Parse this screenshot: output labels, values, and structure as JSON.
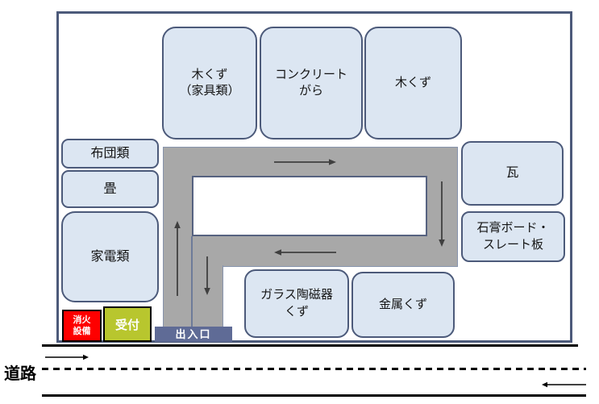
{
  "diagram": {
    "type": "waste-facility-layout",
    "areas": {
      "wood_furniture": {
        "line1": "木くず",
        "line2": "（家具類）"
      },
      "concrete": {
        "line1": "コンクリート",
        "line2": "がら"
      },
      "wood": {
        "line1": "木くず"
      },
      "futon": {
        "line1": "布団類"
      },
      "tatami": {
        "line1": "畳"
      },
      "appliance": {
        "line1": "家電類"
      },
      "roof_tile": {
        "line1": "瓦"
      },
      "gypsum_slate": {
        "line1": "石膏ボード・",
        "line2": "スレート板"
      },
      "glass_ceramic": {
        "line1": "ガラス陶磁器",
        "line2": "くず"
      },
      "metal": {
        "line1": "金属くず"
      }
    },
    "facilities": {
      "fire_equipment": {
        "line1": "消火",
        "line2": "設備"
      },
      "reception": {
        "label": "受付"
      },
      "entrance_exit": {
        "label": "出入口"
      }
    },
    "road": {
      "label": "道路"
    },
    "icons": {
      "path_flow": [
        "arrow-right-icon",
        "arrow-down-icon",
        "arrow-left-icon",
        "arrow-up-icon",
        "arrow-down-entry-icon"
      ],
      "road_flow": [
        "arrow-right-icon",
        "arrow-left-icon"
      ]
    }
  },
  "colors": {
    "area_fill": "#dce6f2",
    "area_border": "#4c5a7a",
    "path_gray": "#a8a8a8",
    "path_edge": "#8794ad",
    "fire_red": "#fe0000",
    "reception_green": "#b8c62e",
    "entrance_blue": "#5f6b96",
    "flow_arrow": "#3f3f3f",
    "road_line": "#000000"
  }
}
